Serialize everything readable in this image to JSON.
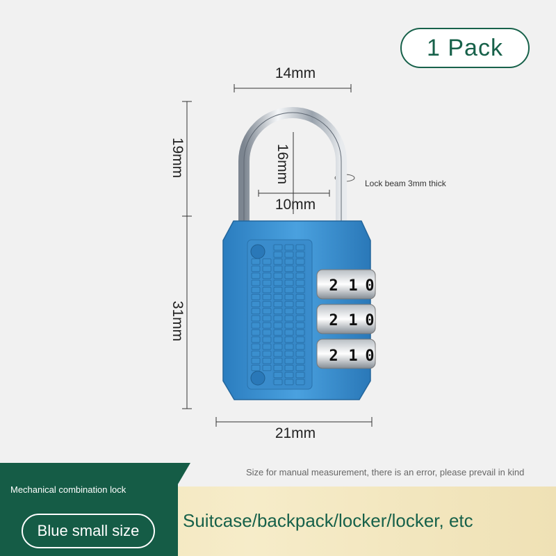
{
  "badge": {
    "pack_label": "1 Pack"
  },
  "dimensions": {
    "top_width": "14mm",
    "shackle_height": "19mm",
    "inner_height": "16mm",
    "inner_width": "10mm",
    "body_height": "31mm",
    "body_width": "21mm"
  },
  "notes": {
    "lock_beam": "Lock beam 3mm thick",
    "measurement": "Size for manual measurement, there is an error, please prevail in kind"
  },
  "dials": [
    [
      "2",
      "1",
      "0"
    ],
    [
      "2",
      "1",
      "0"
    ],
    [
      "2",
      "1",
      "0"
    ]
  ],
  "footer": {
    "product_type": "Mechanical combination lock",
    "size_option": "Blue small size",
    "uses": "Suitcase/backpack/locker/locker, etc"
  },
  "colors": {
    "brand_green": "#155c46",
    "lock_blue": "#3e93d1",
    "footer_gold": "#f3e6bd"
  }
}
